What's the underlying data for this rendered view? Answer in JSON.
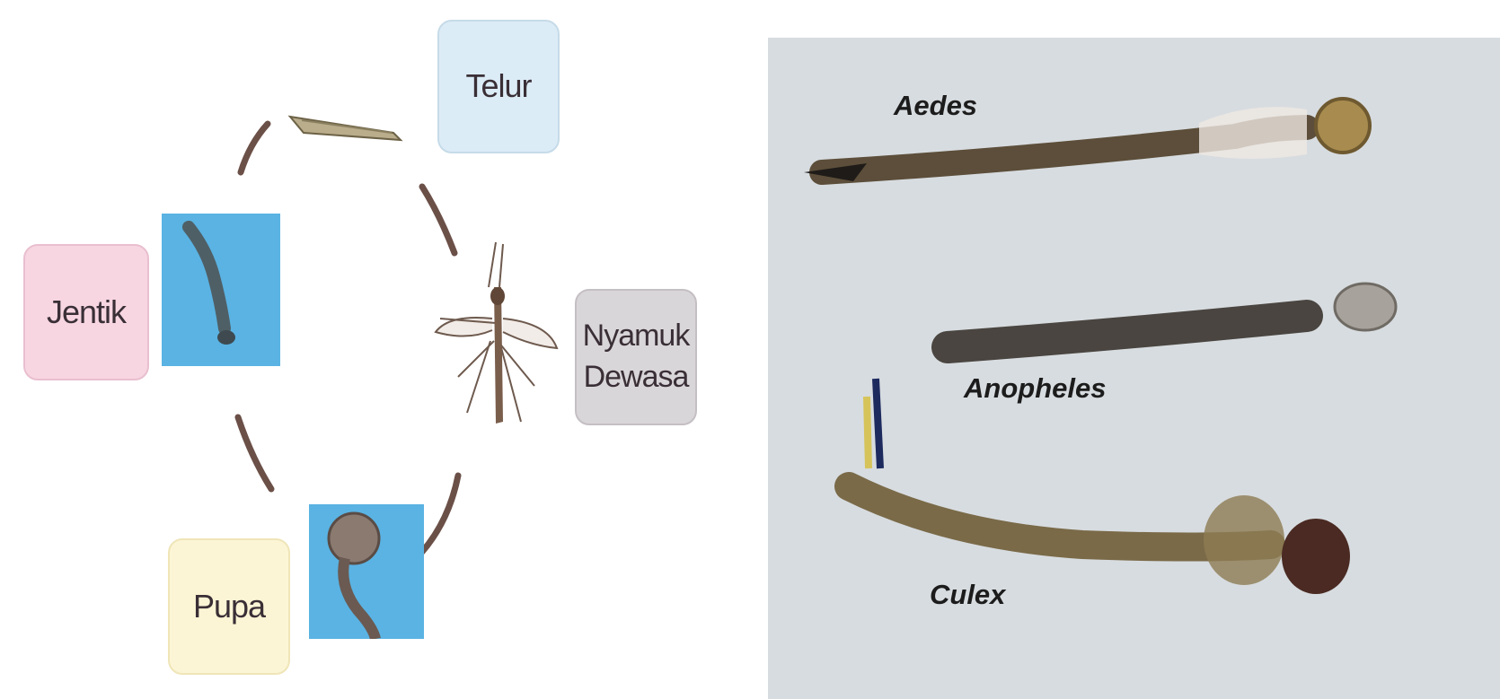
{
  "life_cycle": {
    "stages": {
      "egg": "Telur",
      "adult_line1": "Nyamuk",
      "adult_line2": "Dewasa",
      "larva": "Jentik",
      "pupa": "Pupa"
    },
    "colors": {
      "egg_box": "#dcecf7",
      "adult_box": "#d9d6d9",
      "larva_box": "#f7d6e1",
      "pupa_box": "#fcf5d5",
      "water": "#5ab3e3",
      "arrow": "#6b5048"
    }
  },
  "larvae_photo": {
    "labels": {
      "aedes": "Aedes",
      "anopheles": "Anopheles",
      "culex": "Culex"
    },
    "colors": {
      "background": "#dfe3e6",
      "body": "#5c4e3a"
    }
  }
}
